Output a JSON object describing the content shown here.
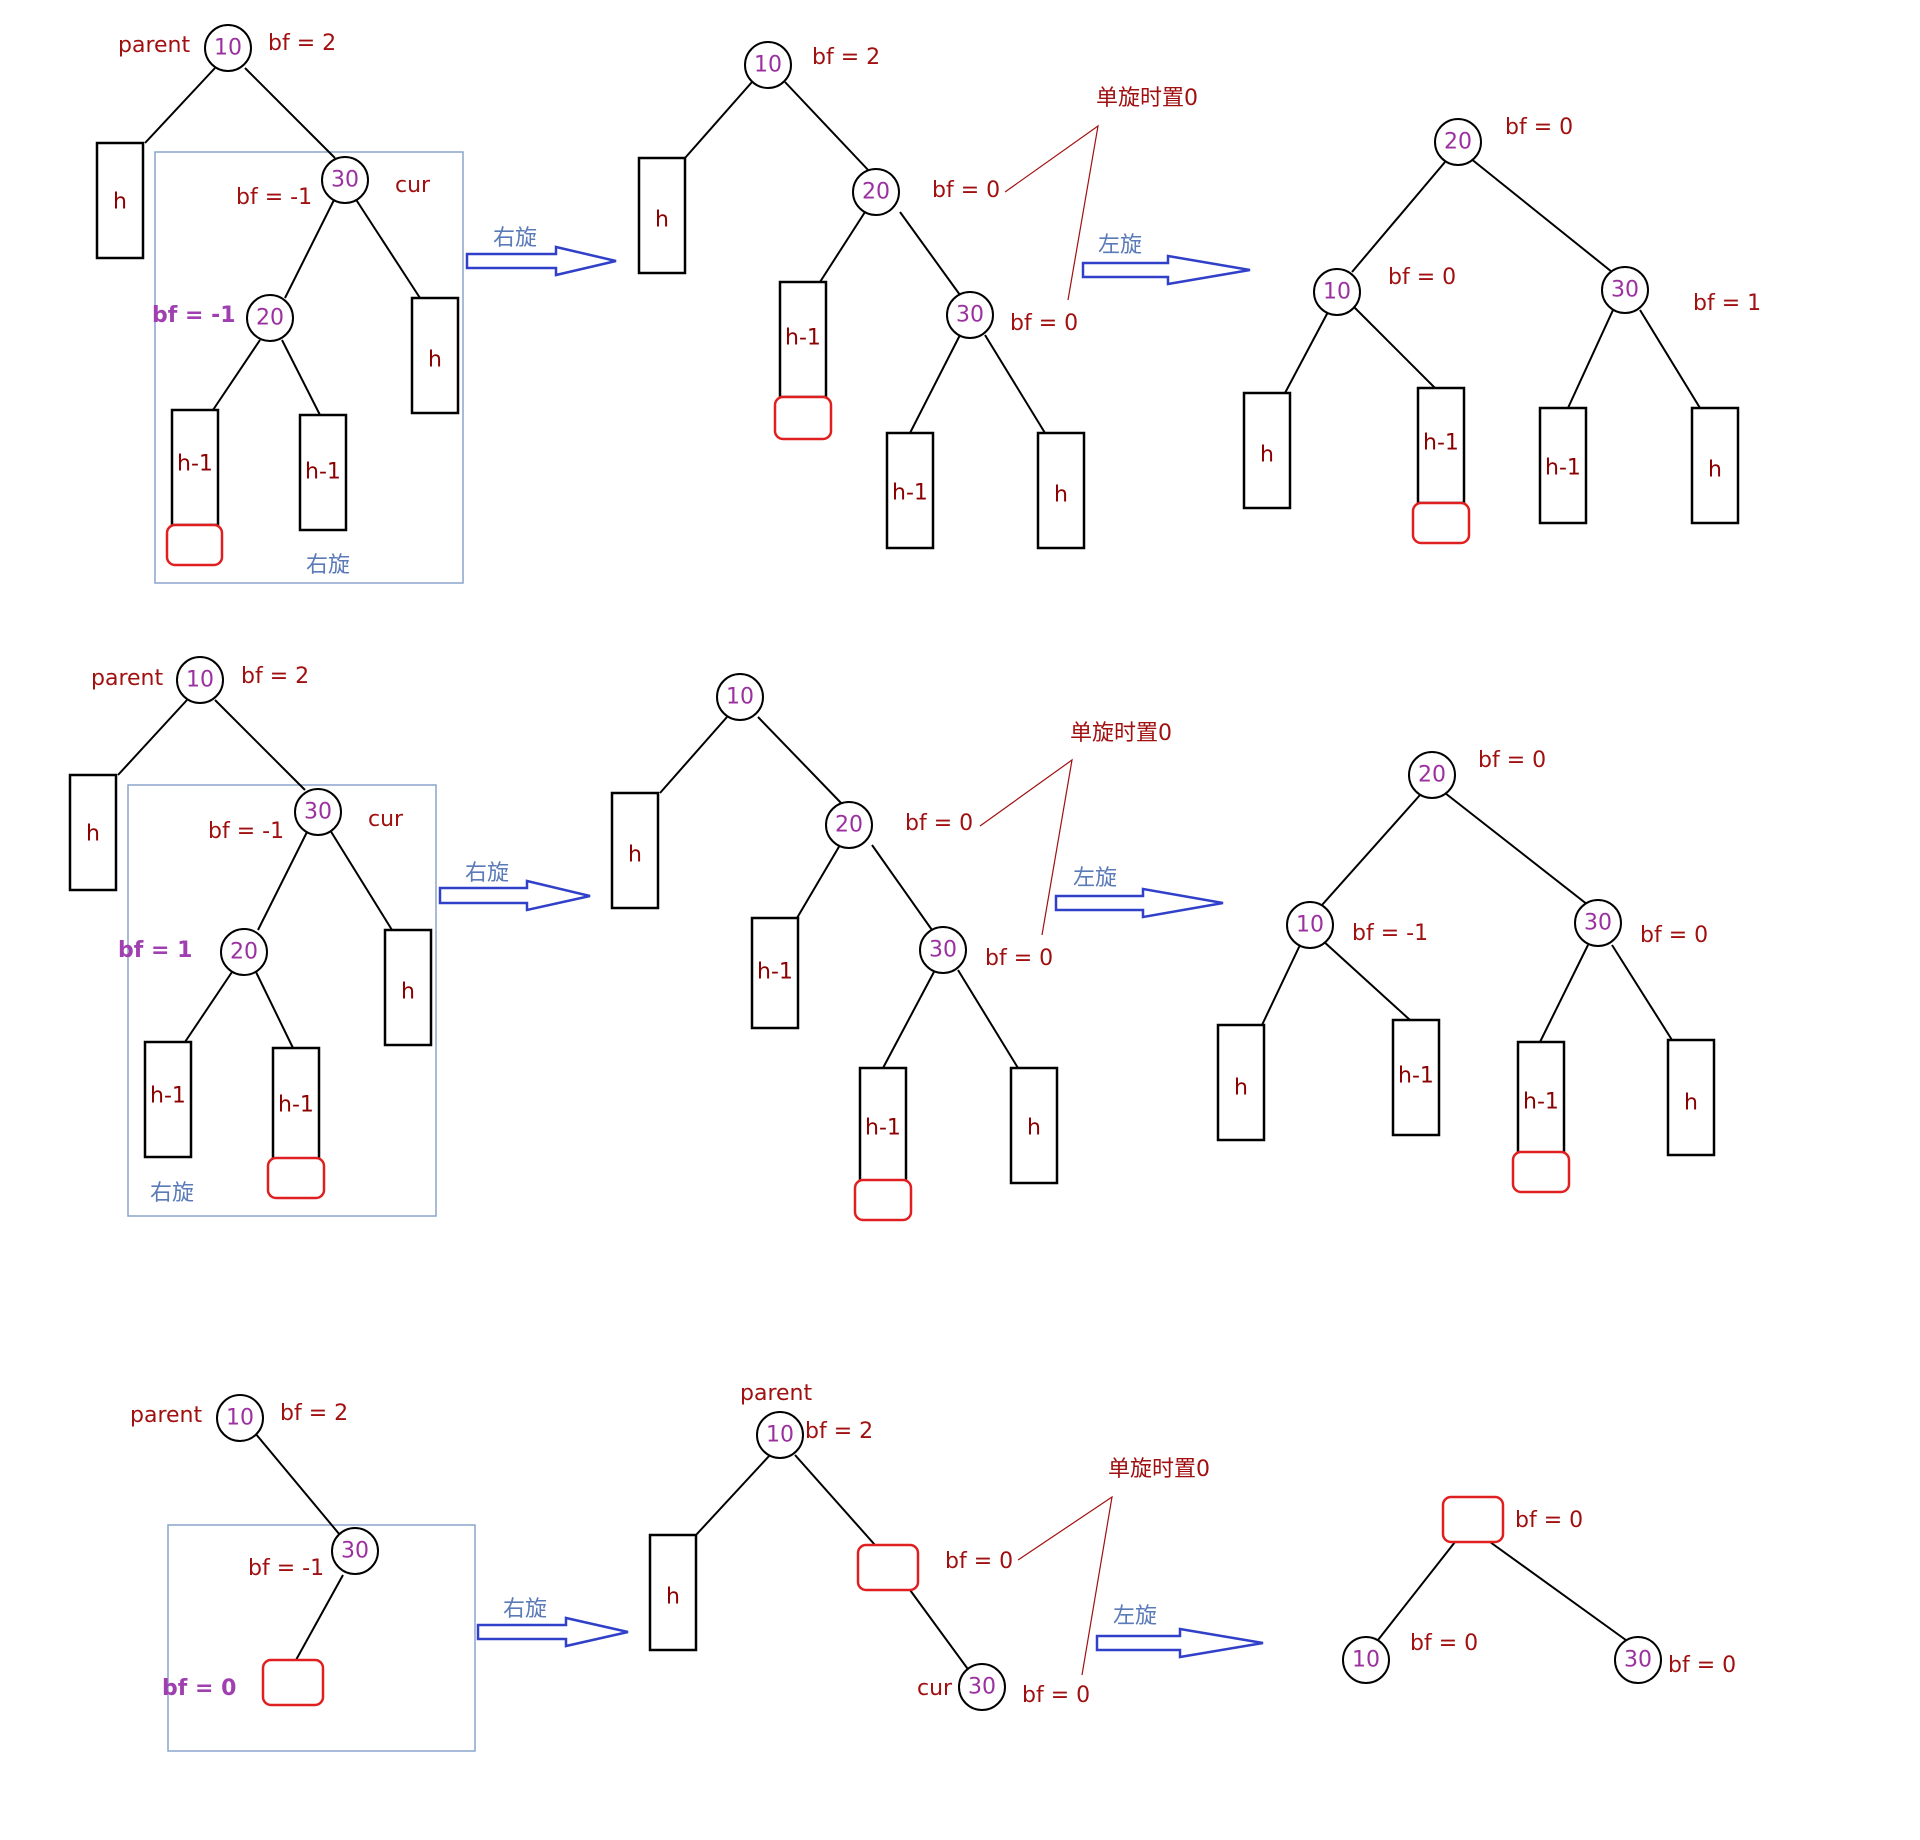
{
  "rows": [
    {
      "id": "case-1",
      "panels": [
        {
          "id": "before",
          "nodes": [
            {
              "id": "n10",
              "label": "10"
            },
            {
              "id": "n30",
              "label": "30"
            },
            {
              "id": "n20",
              "label": "20"
            }
          ],
          "boxes": [
            {
              "id": "b-h-left",
              "label": "h"
            },
            {
              "id": "b-h-right",
              "label": "h"
            },
            {
              "id": "b-h1-a",
              "label": "h-1",
              "highlight": true
            },
            {
              "id": "b-h1-b",
              "label": "h-1"
            }
          ],
          "labels": [
            {
              "id": "parent",
              "text": "parent"
            },
            {
              "id": "bf10",
              "text": "bf = 2"
            },
            {
              "id": "bf30",
              "text": "bf = -1"
            },
            {
              "id": "cur",
              "text": "cur"
            },
            {
              "id": "bf20",
              "text": "bf = -1",
              "bold": true
            }
          ],
          "group_label": "右旋"
        },
        {
          "id": "after-right",
          "nodes": [
            {
              "id": "n10",
              "label": "10"
            },
            {
              "id": "n20",
              "label": "20"
            },
            {
              "id": "n30",
              "label": "30"
            }
          ],
          "boxes": [
            {
              "id": "b-h-left",
              "label": "h"
            },
            {
              "id": "b-h1-a",
              "label": "h-1",
              "highlight": true
            },
            {
              "id": "b-h1-b",
              "label": "h-1"
            },
            {
              "id": "b-h-right",
              "label": "h"
            }
          ],
          "labels": [
            {
              "id": "bf10",
              "text": "bf = 2"
            },
            {
              "id": "bf20",
              "text": "bf = 0"
            },
            {
              "id": "bf30",
              "text": "bf = 0"
            }
          ],
          "note": "单旋时置0"
        },
        {
          "id": "after-left",
          "nodes": [
            {
              "id": "n20",
              "label": "20"
            },
            {
              "id": "n10",
              "label": "10"
            },
            {
              "id": "n30",
              "label": "30"
            }
          ],
          "boxes": [
            {
              "id": "b1",
              "label": "h"
            },
            {
              "id": "b2",
              "label": "h-1",
              "highlight": true
            },
            {
              "id": "b3",
              "label": "h-1"
            },
            {
              "id": "b4",
              "label": "h"
            }
          ],
          "labels": [
            {
              "id": "bf20",
              "text": "bf = 0"
            },
            {
              "id": "bf10",
              "text": "bf = 0"
            },
            {
              "id": "bf30",
              "text": "bf = 1"
            }
          ]
        }
      ],
      "arrows": [
        "右旋",
        "左旋"
      ]
    },
    {
      "id": "case-2",
      "panels": [
        {
          "id": "before",
          "nodes": [
            {
              "id": "n10",
              "label": "10"
            },
            {
              "id": "n30",
              "label": "30"
            },
            {
              "id": "n20",
              "label": "20"
            }
          ],
          "boxes": [
            {
              "id": "b-h-left",
              "label": "h"
            },
            {
              "id": "b-h-right",
              "label": "h"
            },
            {
              "id": "b-h1-a",
              "label": "h-1"
            },
            {
              "id": "b-h1-b",
              "label": "h-1",
              "highlight": true
            }
          ],
          "labels": [
            {
              "id": "parent",
              "text": "parent"
            },
            {
              "id": "bf10",
              "text": "bf = 2"
            },
            {
              "id": "bf30",
              "text": "bf = -1"
            },
            {
              "id": "cur",
              "text": "cur"
            },
            {
              "id": "bf20",
              "text": "bf = 1",
              "bold": true
            }
          ],
          "group_label": "右旋"
        },
        {
          "id": "after-right",
          "nodes": [
            {
              "id": "n10",
              "label": "10"
            },
            {
              "id": "n20",
              "label": "20"
            },
            {
              "id": "n30",
              "label": "30"
            }
          ],
          "boxes": [
            {
              "id": "b-h-left",
              "label": "h"
            },
            {
              "id": "b-h1-a",
              "label": "h-1"
            },
            {
              "id": "b-h1-b",
              "label": "h-1",
              "highlight": true
            },
            {
              "id": "b-h-right",
              "label": "h"
            }
          ],
          "labels": [
            {
              "id": "bf20",
              "text": "bf = 0"
            },
            {
              "id": "bf30",
              "text": "bf = 0"
            }
          ],
          "note": "单旋时置0"
        },
        {
          "id": "after-left",
          "nodes": [
            {
              "id": "n20",
              "label": "20"
            },
            {
              "id": "n10",
              "label": "10"
            },
            {
              "id": "n30",
              "label": "30"
            }
          ],
          "boxes": [
            {
              "id": "b1",
              "label": "h"
            },
            {
              "id": "b2",
              "label": "h-1"
            },
            {
              "id": "b3",
              "label": "h-1",
              "highlight": true
            },
            {
              "id": "b4",
              "label": "h"
            }
          ],
          "labels": [
            {
              "id": "bf20",
              "text": "bf = 0"
            },
            {
              "id": "bf10",
              "text": "bf = -1"
            },
            {
              "id": "bf30",
              "text": "bf = 0"
            }
          ]
        }
      ],
      "arrows": [
        "右旋",
        "左旋"
      ]
    },
    {
      "id": "case-3",
      "panels": [
        {
          "id": "before",
          "nodes": [
            {
              "id": "n10",
              "label": "10"
            },
            {
              "id": "n30",
              "label": "30"
            }
          ],
          "labels": [
            {
              "id": "parent",
              "text": "parent"
            },
            {
              "id": "bf10",
              "text": "bf = 2"
            },
            {
              "id": "bf30",
              "text": "bf = -1"
            },
            {
              "id": "bfnew",
              "text": "bf = 0",
              "bold": true
            }
          ]
        },
        {
          "id": "after-right",
          "nodes": [
            {
              "id": "n10",
              "label": "10"
            },
            {
              "id": "n30",
              "label": "30"
            }
          ],
          "boxes": [
            {
              "id": "b-h",
              "label": "h"
            }
          ],
          "labels": [
            {
              "id": "parent",
              "text": "parent"
            },
            {
              "id": "bf10",
              "text": "bf = 2"
            },
            {
              "id": "bfnew",
              "text": "bf = 0"
            },
            {
              "id": "cur",
              "text": "cur"
            },
            {
              "id": "bf30",
              "text": "bf = 0"
            }
          ],
          "note": "单旋时置0"
        },
        {
          "id": "after-left",
          "nodes": [
            {
              "id": "n10",
              "label": "10"
            },
            {
              "id": "n30",
              "label": "30"
            }
          ],
          "labels": [
            {
              "id": "bfnew",
              "text": "bf = 0"
            },
            {
              "id": "bf10",
              "text": "bf = 0"
            },
            {
              "id": "bf30",
              "text": "bf = 0"
            }
          ]
        }
      ],
      "arrows": [
        "右旋",
        "左旋"
      ]
    }
  ]
}
